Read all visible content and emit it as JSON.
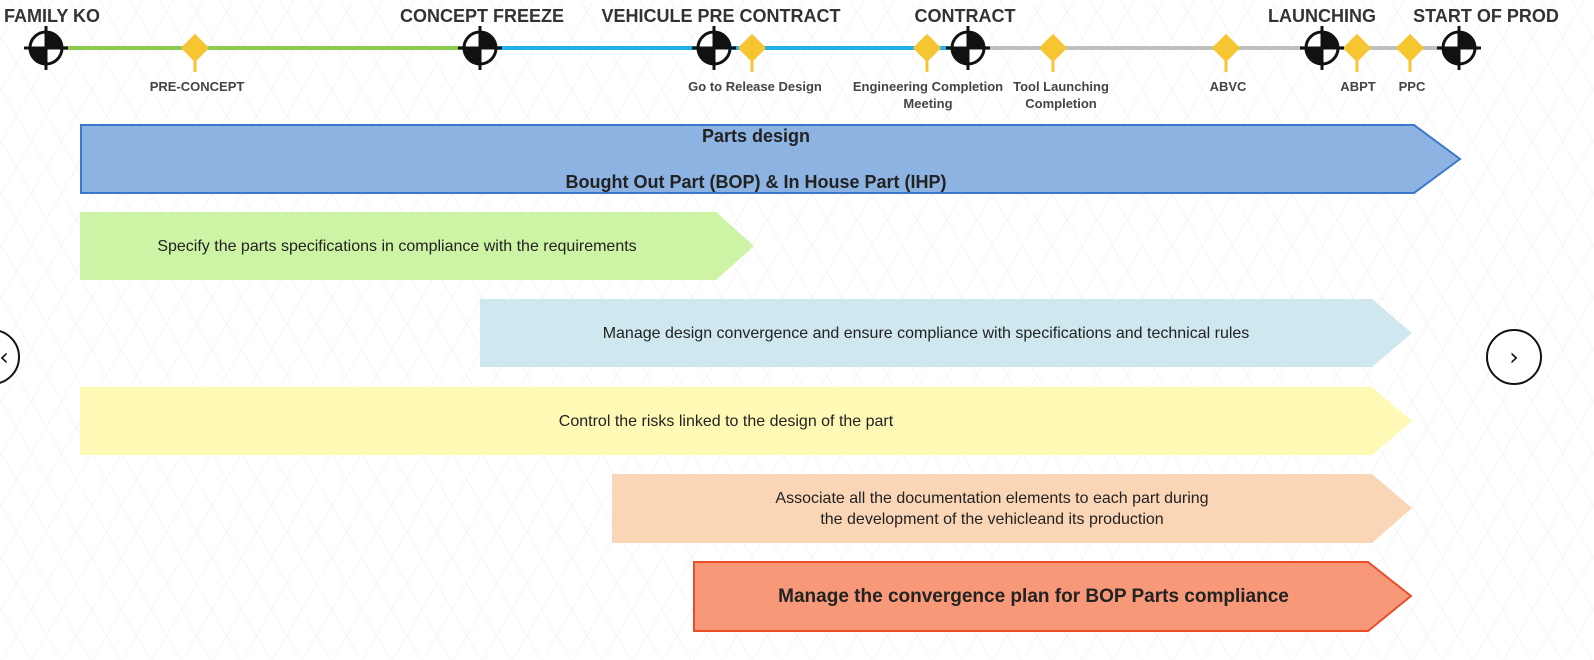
{
  "timeline": {
    "gates": [
      {
        "label": "FAMILY KO"
      },
      {
        "label": "CONCEPT FREEZE"
      },
      {
        "label": "VEHICULE PRE CONTRACT"
      },
      {
        "label": "CONTRACT"
      },
      {
        "label": "LAUNCHING"
      },
      {
        "label": "START OF PROD"
      }
    ],
    "milestones": [
      {
        "label": "PRE-CONCEPT"
      },
      {
        "label": "Go to Release Design"
      },
      {
        "label": "Engineering Completion\nMeeting"
      },
      {
        "label": "Tool Launching\nCompletion"
      },
      {
        "label": "ABVC"
      },
      {
        "label": "ABPT"
      },
      {
        "label": "PPC"
      }
    ],
    "colors": {
      "phase1": "#8cc94f",
      "phase2": "#1fb0e6",
      "phase3": "#bfbfbf",
      "milestone": "#f6c531"
    }
  },
  "activities": {
    "header": {
      "line1": "Parts design",
      "line2": "Bought Out Part (BOP) & In House Part (IHP)",
      "color": "#8db3e2",
      "border": "#3a78c9"
    },
    "items": [
      {
        "text": "Specify the parts specifications in compliance with the requirements",
        "color": "#cdf4a4"
      },
      {
        "text": "Manage design convergence and ensure compliance with specifications and technical rules",
        "color": "#cfe7ee"
      },
      {
        "text": "Control the risks linked to the design of the part",
        "color": "#fefab5"
      },
      {
        "text": "Associate all the documentation elements to each part during\nthe development of the vehicleand its production",
        "color": "#fbd6b6"
      },
      {
        "text": "Manage the convergence plan for BOP Parts compliance",
        "color": "#f79878",
        "border": "#ea4e2a"
      }
    ]
  },
  "nav": {
    "prev_icon": "chevron-left-icon",
    "next_icon": "chevron-right-icon",
    "prev_glyph": "‹",
    "next_glyph": "›"
  }
}
